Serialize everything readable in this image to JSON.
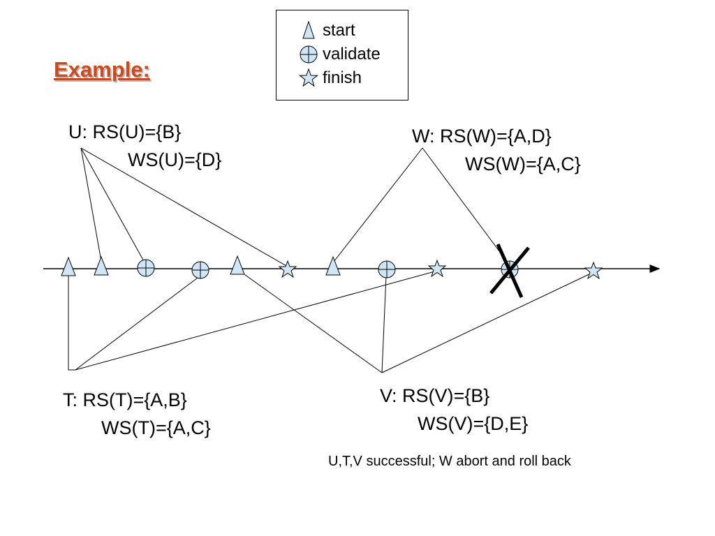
{
  "title": "Example:",
  "legend": {
    "start": "start",
    "validate": "validate",
    "finish": "finish"
  },
  "transactions": {
    "U": {
      "rs": "U: RS(U)={B}",
      "ws": "WS(U)={D}"
    },
    "W": {
      "rs": "W: RS(W)={A,D}",
      "ws": "WS(W)={A,C}"
    },
    "T": {
      "rs": "T: RS(T)={A,B}",
      "ws": "WS(T)={A,C}"
    },
    "V": {
      "rs": "V: RS(V)={B}",
      "ws": "WS(V)={D,E}"
    }
  },
  "note": "U,T,V successful; W abort and roll back",
  "colors": {
    "title": "#cc4a1f",
    "symbol_fill": "#cfe6f7",
    "line": "#000000"
  }
}
